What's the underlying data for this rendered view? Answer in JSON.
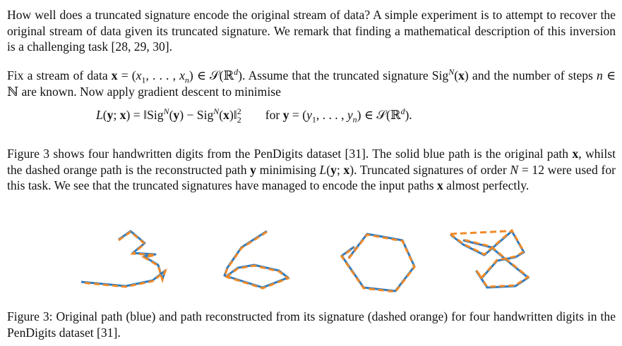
{
  "paragraphs": {
    "p1": "How well does a truncated signature encode the original stream of data? A simple experiment is to attempt to recover the original stream of data given its truncated signature. We remark that finding a mathematical description of this inversion is a challenging task [28, 29, 30].",
    "p2_a": "Fix a stream of data ",
    "p2_b": " = (x",
    "p2_c": ", . . . , x",
    "p2_d": ") ∈ 𝒮(ℝ",
    "p2_e": "). Assume that the truncated signature Sig",
    "p2_f": "(x) and the number of steps n ∈ ℕ are known. Now apply gradient descent to minimise",
    "p3": "Figure 3 shows four handwritten digits from the PenDigits dataset [31]. The solid blue path is the original path x, whilst the dashed orange path is the reconstructed path y minimising L(y; x). Truncated signatures of order N = 12 were used for this task. We see that the truncated signatures have managed to encode the input paths x almost perfectly."
  },
  "equation": {
    "lhs": "L(y; x) = ‖Sig",
    "mid": "(y) − Sig",
    "rhs": "(x)‖",
    "cond": "for y = (y",
    "cond2": ", . . . , y",
    "cond3": ") ∈ 𝒮(ℝ",
    "cond4": ")."
  },
  "caption": "Figure 3: Original path (blue) and path reconstructed from its signature (dashed orange) for four handwritten digits in the PenDigits dataset [31].",
  "colors": {
    "original": "#2e7bbf",
    "reconstructed": "#f08a2a"
  },
  "digits": [
    "3",
    "6",
    "0",
    "8"
  ]
}
